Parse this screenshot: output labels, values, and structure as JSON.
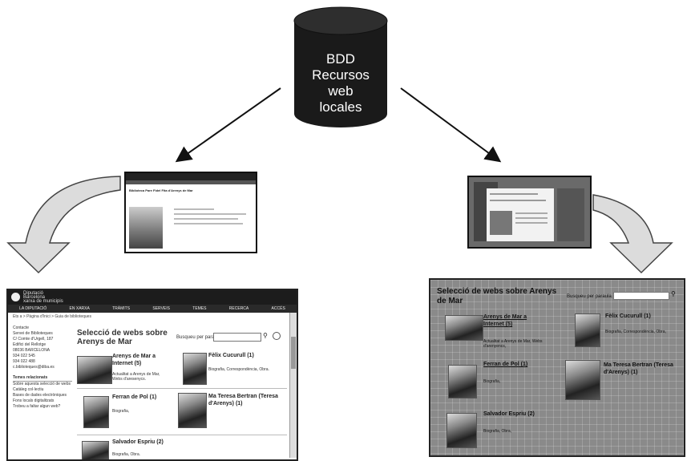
{
  "database": {
    "label_lines": [
      "BDD",
      "Recursos",
      "web",
      "locales"
    ]
  },
  "left_window": {
    "header_lines": [
      "Diputació",
      "Barcelona",
      "xarxa de municipis"
    ],
    "nav": [
      "LA DIPUTACIÓ",
      "EN XARXA",
      "TRÀMITS",
      "SERVEIS",
      "TEMES",
      "RECERCA",
      "ACCÉS"
    ],
    "breadcrumb": "Ets a > Pàgina d'Inici > Guia de biblioteques",
    "sidebar_contact": [
      "Contacte",
      "Servei de Biblioteques",
      "C/ Comte d'Urgell, 187",
      "Edifici del Rellotge",
      "08036 BARCELONA",
      "934 022 545",
      "934 022 488",
      "c.biblioteques@diba.es"
    ],
    "sidebar_heading": "Temes relacionats",
    "sidebar_links": [
      "Sobre aquesta selecció de webs",
      "Catàleg col·lectiu",
      "Bases de dades electròniques",
      "Fons locals digitalitzats",
      "Trobeu a faltar algun web?"
    ],
    "title_line1": "Selecció de webs sobre",
    "title_line2": "Arenys de Mar",
    "search_label": "Busqueu per paraula:",
    "entries": [
      {
        "title_line1": "Arenys de Mar a",
        "title_line2": "Internet (5)",
        "desc_line1": "Actualitat a Arenys de Mar,",
        "desc_line2": "Webs d'aresenycs."
      },
      {
        "title_line1": "Fèlix Cucurull (1)",
        "desc_line1": "Biografia, Correspondència, Obra."
      },
      {
        "title_line1": "Ferran de Pol (1)",
        "desc_line1": "Biografia,"
      },
      {
        "title_line1": "Ma Teresa Bertran (Teresa",
        "title_line2": "d'Arenys) (1)"
      },
      {
        "title_line1": "Salvador Espriu (2)",
        "desc_line1": "Biografia, Obra."
      }
    ]
  },
  "right_window": {
    "title_line1": "Selecció de webs sobre Arenys",
    "title_line2": "de Mar",
    "search_label": "Busqueu per paraula:",
    "entries": [
      {
        "title_line1": "Arenys de Mar a",
        "title_line2": "Internet (5)",
        "desc_line1": "Actualitat a Arenys de Mar, Webs",
        "desc_line2": "d'arenyencs,"
      },
      {
        "title_line1": "Fèlix Cucurull (1)",
        "desc_line1": "Biografia, Correspondència, Obra,"
      },
      {
        "title_line1": "Ferran de Pol (1)",
        "desc_line1": "Biografia,"
      },
      {
        "title_line1": "Ma Teresa Bertran (Teresa",
        "title_line2": "d'Arenys) (1)"
      },
      {
        "title_line1": "Salvador Espriu (2)",
        "desc_line1": "Biografia, Obra,"
      }
    ]
  },
  "left_thumb": {
    "heading": "Biblioteca Pare Fidel Fita d'Arenys de Mar"
  }
}
